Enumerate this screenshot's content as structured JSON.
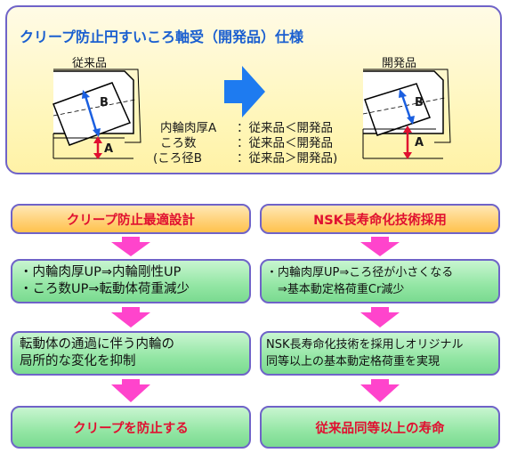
{
  "header": {
    "title": "クリープ防止円すいころ軸受（開発品）仕様",
    "label_old": "従来品",
    "label_new": "開発品",
    "label_B": "B",
    "label_A": "A",
    "comparisons": [
      {
        "label": "内輪肉厚A",
        "value": "：従来品＜開発品"
      },
      {
        "label": "ころ数",
        "value": "：従来品＜開発品"
      },
      {
        "label": "(ころ径B",
        "value": "：従来品＞開発品)"
      }
    ]
  },
  "left_column": {
    "box1": "クリープ防止最適設計",
    "box2_lines": [
      "・内輪肉厚UP⇒内輪剛性UP",
      "・ころ数UP⇒転動体荷重減少"
    ],
    "box3_lines": [
      "転動体の通過に伴う内輪の",
      "局所的な変化を抑制"
    ],
    "box4": "クリープを防止する"
  },
  "right_column": {
    "box1": "NSK長寿命化技術採用",
    "box2_lines": [
      "・内輪肉厚UP⇒ころ径が小さくなる",
      "　⇒基本動定格荷重Cr減少"
    ],
    "box3_lines": [
      "NSK長寿命化技術を採用しオリジナル",
      "同等以上の基本動定格荷重を実現"
    ],
    "box4": "従来品同等以上の寿命"
  },
  "colors": {
    "border": "#6f63c8",
    "title": "#1a5fd0",
    "accent_red": "#e01030",
    "flow_arrow": "#ff44cc",
    "big_arrow": "#1e7bf0"
  }
}
